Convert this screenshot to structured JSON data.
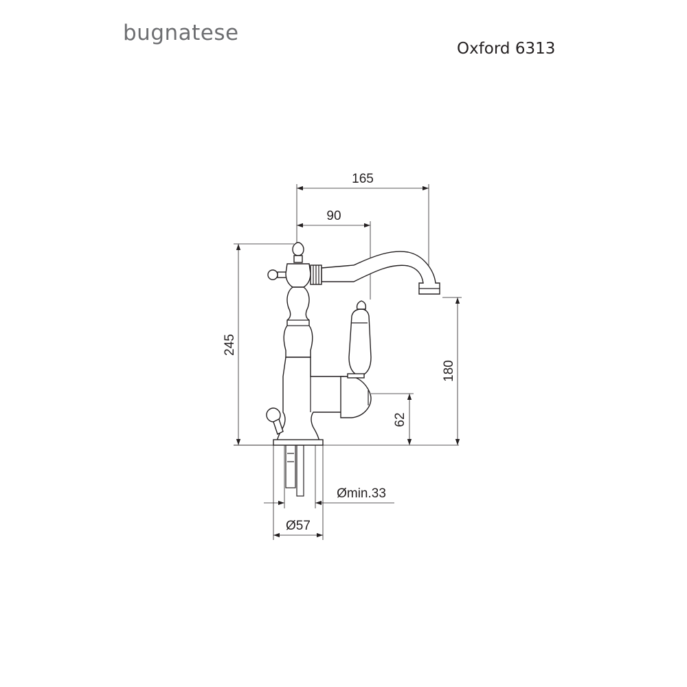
{
  "brand": {
    "name": "bugnatese"
  },
  "product": {
    "model": "Oxford 6313"
  },
  "dimensions": {
    "spout_reach": "165",
    "handle_offset": "90",
    "total_height": "245",
    "spout_height": "180",
    "lever_height": "62",
    "hole_min": "Ømin.33",
    "base_diameter": "Ø57"
  },
  "colors": {
    "brand_text": "#6d6e71",
    "line": "#231f20",
    "background": "#ffffff"
  }
}
